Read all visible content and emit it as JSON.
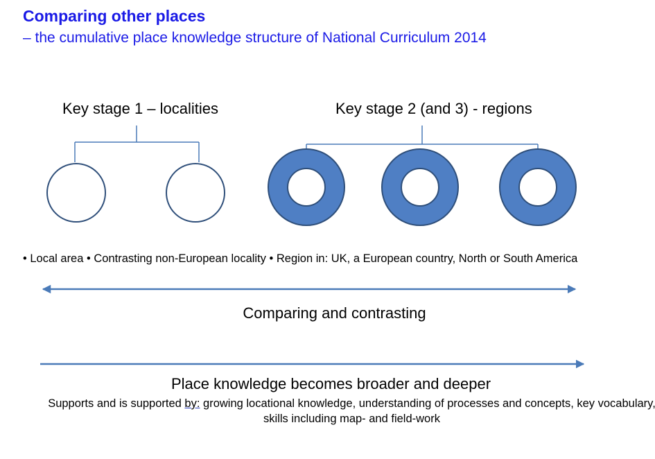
{
  "title": "Comparing other places",
  "subtitle": "– the cumulative place knowledge structure of National Curriculum 2014",
  "ks1": {
    "label": "Key stage 1 – localities"
  },
  "ks2": {
    "label": "Key stage 2 (and 3) - regions"
  },
  "bullets": "• Local area  • Contrasting non-European locality  • Region in: UK, a European country, North or South America",
  "comparing_label": "Comparing and contrasting",
  "broader_label": "Place knowledge becomes broader and deeper",
  "supports": {
    "prefix": "Supports and is supported ",
    "by": "by:",
    "rest": " growing locational knowledge, understanding of processes and concepts, key vocabulary, skills including map- and field-work"
  },
  "colors": {
    "title_blue": "#1a1ae6",
    "ring_fill": "#4f7fc4",
    "ring_stroke": "#2f4f7a",
    "line_blue": "#4a7ab8",
    "arrow_blue": "#4a7ab8"
  }
}
